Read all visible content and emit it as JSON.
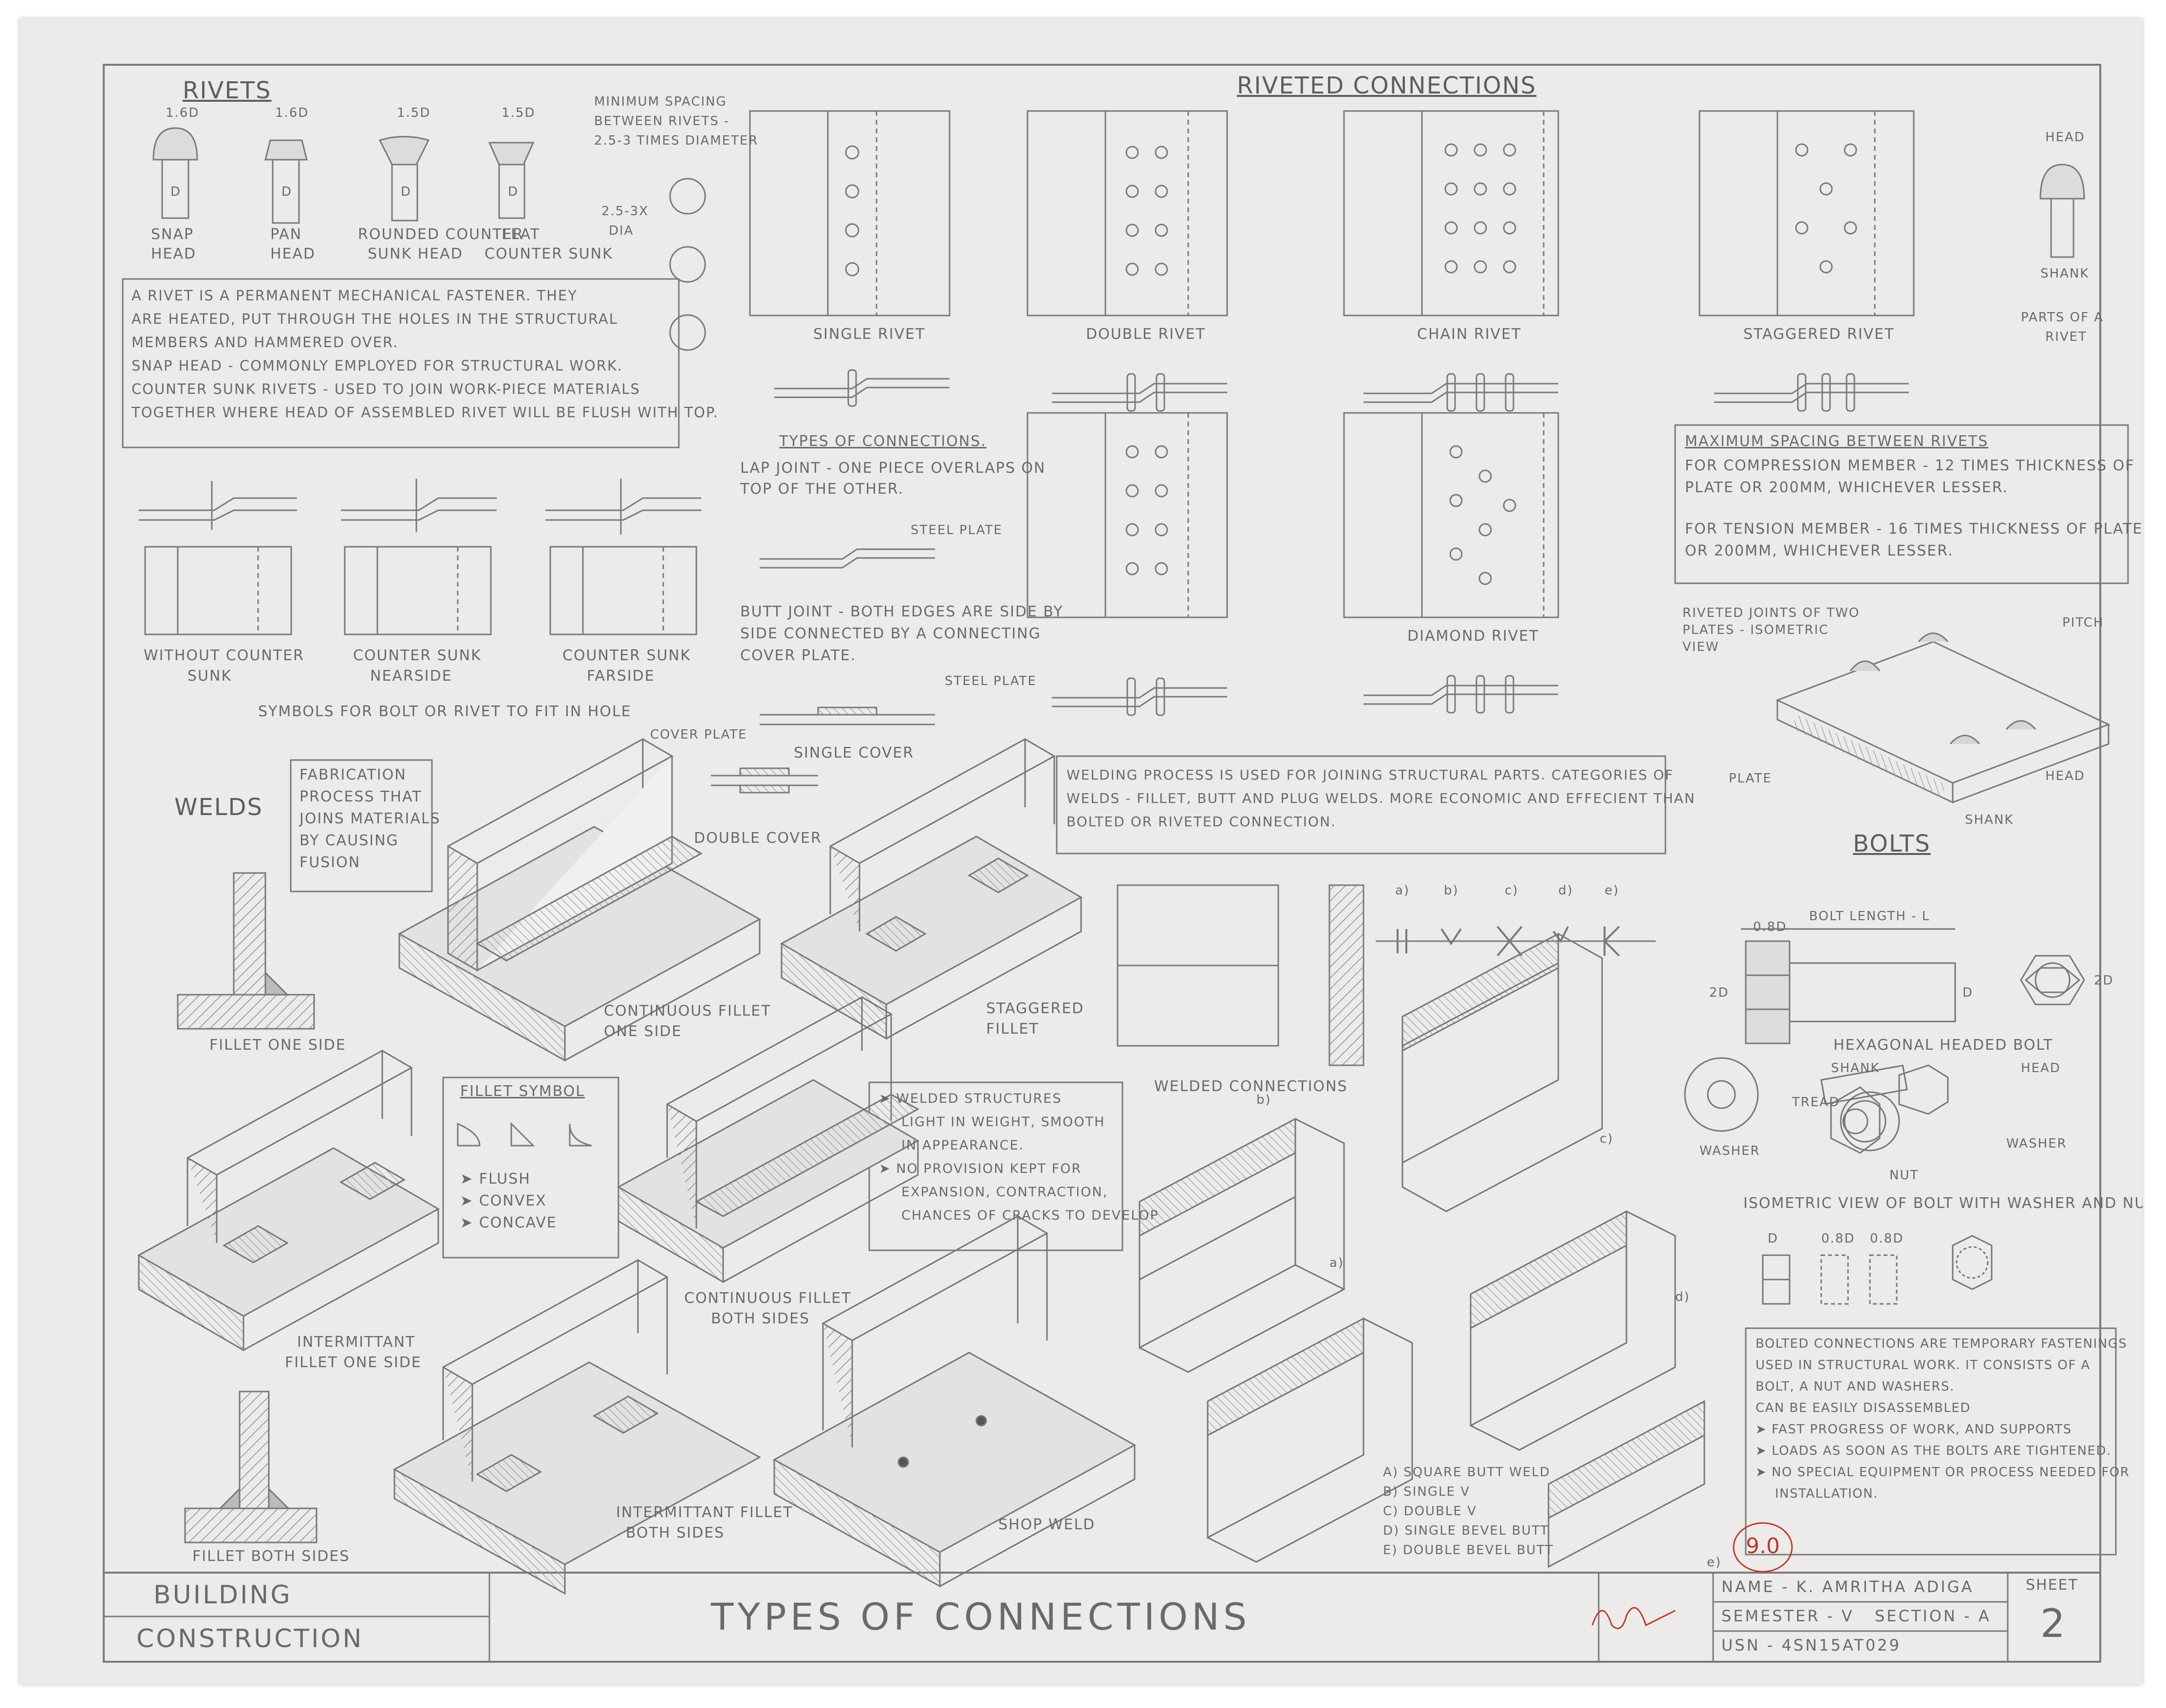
{
  "sections": {
    "rivets": "RIVETS",
    "riveted_connections": "RIVETED CONNECTIONS",
    "welds": "WELDS",
    "bolts": "BOLTS"
  },
  "rivets": {
    "dims": [
      "1.6D",
      "1.6D",
      "1.5D",
      "1.5D"
    ],
    "types": [
      {
        "l1": "SNAP",
        "l2": "HEAD"
      },
      {
        "l1": "PAN",
        "l2": "HEAD"
      },
      {
        "l1": "ROUNDED COUNTER",
        "l2": "SUNK HEAD"
      },
      {
        "l1": "FLAT",
        "l2": "COUNTER SUNK"
      }
    ],
    "shank_letter": "D",
    "min_spacing": [
      "MINIMUM SPACING",
      "BETWEEN RIVETS -",
      "2.5-3 TIMES DIAMETER"
    ],
    "spacing_dim": [
      "2.5-3X",
      "DIA"
    ],
    "description": [
      "A RIVET IS A PERMANENT MECHANICAL FASTENER. THEY",
      "ARE HEATED, PUT THROUGH THE HOLES IN THE STRUCTURAL",
      "MEMBERS AND HAMMERED OVER.",
      "SNAP HEAD - COMMONLY EMPLOYED FOR STRUCTURAL WORK.",
      "COUNTER SUNK RIVETS - USED TO JOIN WORK-PIECE MATERIALS",
      "TOGETHER WHERE HEAD OF ASSEMBLED RIVET WILL BE FLUSH WITH TOP."
    ],
    "symbols": [
      {
        "l1": "WITHOUT COUNTER",
        "l2": "SUNK"
      },
      {
        "l1": "COUNTER SUNK",
        "l2": "NEARSIDE"
      },
      {
        "l1": "COUNTER SUNK",
        "l2": "FARSIDE"
      }
    ],
    "symbols_caption": "SYMBOLS FOR BOLT OR RIVET TO FIT IN HOLE"
  },
  "riveted": {
    "single": "SINGLE RIVET",
    "double": "DOUBLE RIVET",
    "chain": "CHAIN RIVET",
    "staggered": "STAGGERED RIVET",
    "diamond": "DIAMOND RIVET",
    "parts": {
      "head": "HEAD",
      "shank": "SHANK",
      "caption1": "PARTS OF A",
      "caption2": "RIVET"
    },
    "types_title": "TYPES OF CONNECTIONS.",
    "lap": [
      "LAP JOINT - ONE PIECE OVERLAPS ON",
      "TOP OF THE OTHER."
    ],
    "butt": [
      "BUTT JOINT - BOTH EDGES ARE SIDE BY",
      "SIDE CONNECTED BY A CONNECTING",
      "COVER PLATE."
    ],
    "steel_plate": "STEEL PLATE",
    "cover_plate": "COVER PLATE",
    "single_cover": "SINGLE COVER",
    "double_cover": "DOUBLE COVER",
    "max_spacing": [
      "MAXIMUM SPACING BETWEEN RIVETS",
      "FOR COMPRESSION MEMBER - 12 TIMES THICKNESS OF",
      "PLATE OR 200MM, WHICHEVER LESSER.",
      "FOR TENSION MEMBER - 16 TIMES THICKNESS OF PLATE",
      "OR 200MM, WHICHEVER LESSER."
    ],
    "iso": {
      "title": [
        "RIVETED JOINTS OF TWO",
        "PLATES - ISOMETRIC",
        "VIEW"
      ],
      "pitch": "PITCH",
      "plate": "PLATE",
      "head": "HEAD",
      "shank": "SHANK"
    }
  },
  "welds": {
    "fabrication": [
      "FABRICATION",
      "PROCESS THAT",
      "JOINS MATERIALS",
      "BY CAUSING",
      "FUSION"
    ],
    "fillet_one_side": "FILLET ONE SIDE",
    "fillet_both_sides": "FILLET BOTH SIDES",
    "continuous_one": [
      "CONTINUOUS FILLET",
      "ONE SIDE"
    ],
    "staggered": [
      "STAGGERED",
      "FILLET"
    ],
    "intermittent_one": [
      "INTERMITTANT",
      "FILLET ONE SIDE"
    ],
    "continuous_both": [
      "CONTINUOUS FILLET",
      "BOTH SIDES"
    ],
    "intermittent_both": [
      "INTERMITTANT FILLET",
      "BOTH SIDES"
    ],
    "shop_weld": "SHOP WELD",
    "fillet_symbol": {
      "title": "FILLET SYMBOL",
      "items": [
        "FLUSH",
        "CONVEX",
        "CONCAVE"
      ]
    },
    "process_text": [
      "WELDING PROCESS IS USED FOR JOINING STRUCTURAL PARTS. CATEGORIES OF",
      "WELDS - FILLET, BUTT AND PLUG WELDS. MORE ECONOMIC AND EFFECIENT THAN",
      "BOLTED OR RIVETED CONNECTION."
    ],
    "advantages": [
      "WELDED STRUCTURES",
      "LIGHT IN WEIGHT, SMOOTH",
      "IN APPEARANCE.",
      "NO PROVISION KEPT FOR",
      "EXPANSION, CONTRACTION,",
      "CHANCES OF CRACKS TO DEVELOP"
    ],
    "welded_connections": "WELDED CONNECTIONS",
    "symbol_letters": [
      "a)",
      "b)",
      "c)",
      "d)",
      "e)"
    ],
    "butt_types": [
      "a) SQUARE BUTT WELD",
      "b) SINGLE V",
      "c) DOUBLE V",
      "d) SINGLE BEVEL BUTT",
      "e) DOUBLE BEVEL BUTT"
    ],
    "iso_labels": [
      "a)",
      "b)",
      "c)",
      "d)",
      "e)"
    ]
  },
  "bolts": {
    "bolt_length": "BOLT LENGTH - L",
    "dims": [
      "0.8D",
      "2D",
      "D",
      "2D"
    ],
    "hex_title": "HEXAGONAL HEADED BOLT",
    "shank": "SHANK",
    "head": "HEAD",
    "tread": "TREAD",
    "washer_lbl": "WASHER",
    "nut": "NUT",
    "washer": "WASHER",
    "iso_title": "ISOMETRIC VIEW OF BOLT WITH WASHER AND NUT",
    "nut_dims": [
      "D",
      "0.8D",
      "0.8D"
    ],
    "description": [
      "BOLTED CONNECTIONS ARE TEMPORARY FASTENINGS",
      "USED IN STRUCTURAL WORK. IT CONSISTS OF A",
      "BOLT, A NUT AND WASHERS.",
      "CAN BE EASILY DISASSEMBLED",
      "FAST PROGRESS OF WORK, AND SUPPORTS",
      "LOADS AS SOON AS THE BOLTS ARE TIGHTENED.",
      "NO SPECIAL EQUIPMENT OR PROCESS NEEDED FOR",
      "INSTALLATION."
    ]
  },
  "title_block": {
    "subject1": "BUILDING",
    "subject2": "CONSTRUCTION",
    "title": "TYPES OF CONNECTIONS",
    "name": "NAME - K. AMRITHA ADIGA",
    "semester": "SEMESTER - V   SECTION - A",
    "usn": "USN - 4SN15AT029",
    "sheet_label": "SHEET",
    "sheet_no": "2"
  },
  "grade": "9.0",
  "colors": {
    "paper": "#ecebe9",
    "pencil": "#6a6a6a",
    "ink_red": "#c0392b"
  }
}
